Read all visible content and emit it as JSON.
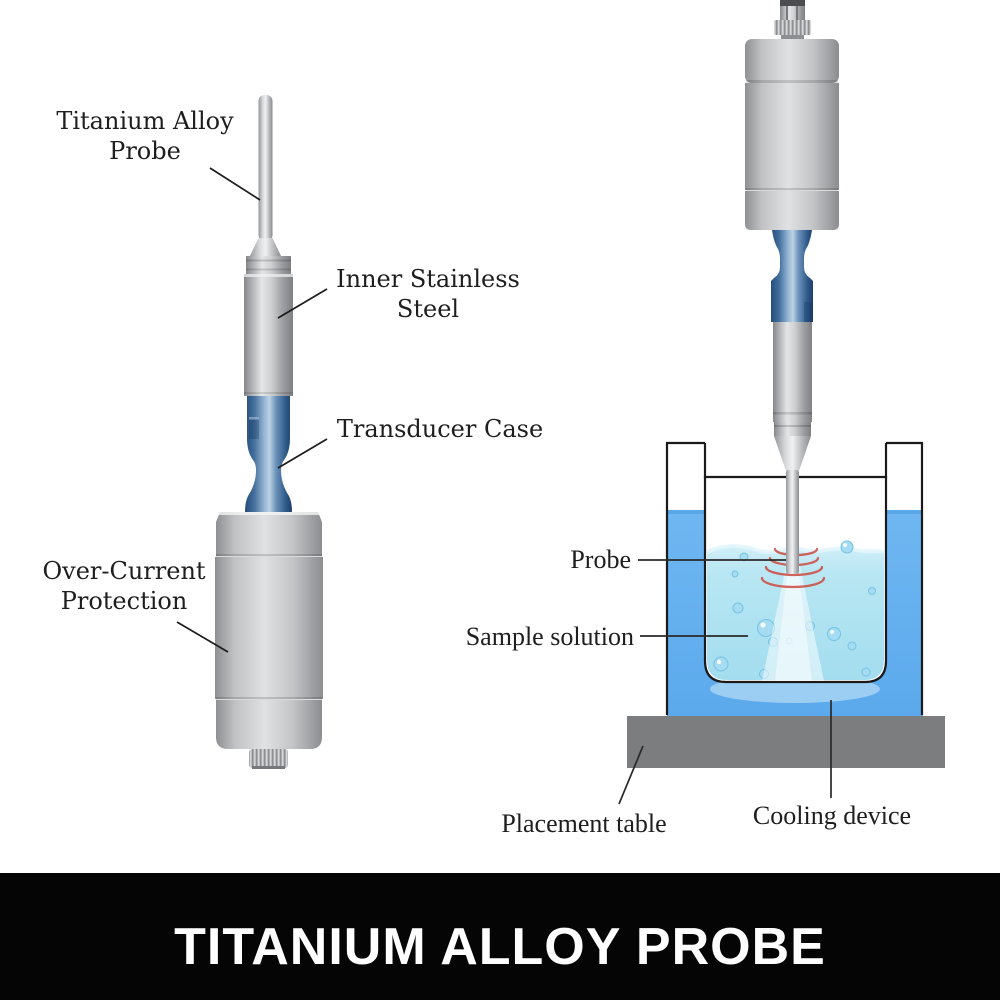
{
  "banner": {
    "title": "TITANIUM ALLOY PROBE",
    "background": "#050505",
    "text_color": "#ffffff"
  },
  "left_panel": {
    "labels": {
      "titanium_alloy_probe": {
        "line1": "Titanium Alloy",
        "line2": "Probe"
      },
      "inner_stainless_steel": {
        "line1": "Inner Stainless",
        "line2": "Steel"
      },
      "transducer_case": {
        "line1": "Transducer Case"
      },
      "over_current_protection": {
        "line1": "Over-Current",
        "line2": "Protection"
      }
    }
  },
  "right_panel": {
    "labels": {
      "probe": "Probe",
      "sample_solution": "Sample solution",
      "placement_table": "Placement table",
      "cooling_device": "Cooling device"
    }
  },
  "colors": {
    "metal_silver": "#c6c8ca",
    "transducer_blue": "#5a87b4",
    "cooling_water_blue": "#66b3f0",
    "sample_solution_cyan": "#abe1f0",
    "table_gray": "#7b7d7e",
    "ultrasonic_wave_red": "#cd4a40",
    "label_text": "#1e1e1e"
  }
}
